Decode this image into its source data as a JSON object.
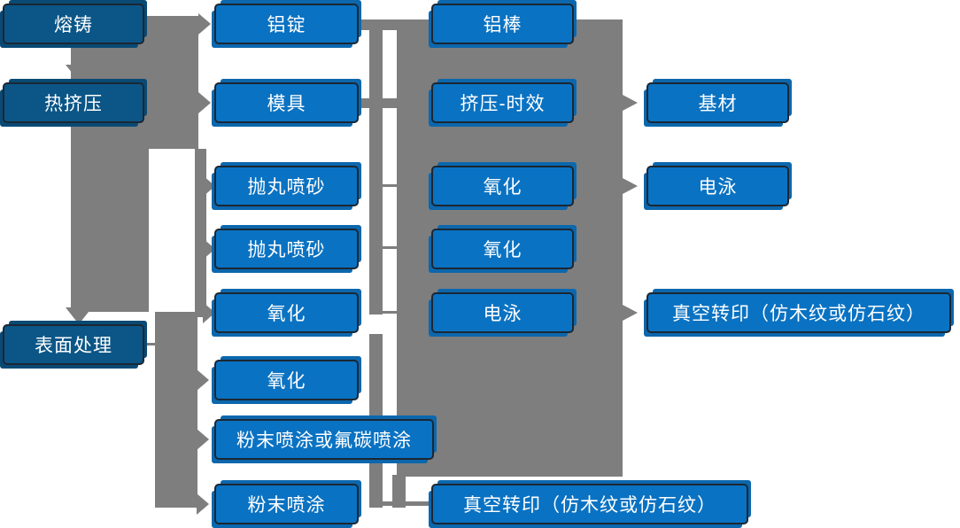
{
  "diagram": {
    "colors": {
      "box_primary": "#0A72C2",
      "box_dark": "#0B5687",
      "box_border": "#1B2733",
      "connector_gray": "#7E7E7E",
      "text": "#FFFFFF",
      "shadow_primary": "#0C67AD",
      "shadow_dark": "#094A75"
    },
    "nodes": [
      {
        "id": "melt-cast",
        "column": 1,
        "label": "熔铸"
      },
      {
        "id": "hot-extrusion",
        "column": 1,
        "label": "热挤压"
      },
      {
        "id": "surface-treatment",
        "column": 1,
        "label": "表面处理"
      },
      {
        "id": "al-ingot",
        "column": 2,
        "label": "铝锭"
      },
      {
        "id": "mold",
        "column": 2,
        "label": "模具"
      },
      {
        "id": "shot-blast-1",
        "column": 2,
        "label": "抛丸喷砂"
      },
      {
        "id": "shot-blast-2",
        "column": 2,
        "label": "抛丸喷砂"
      },
      {
        "id": "oxidation-1",
        "column": 2,
        "label": "氧化"
      },
      {
        "id": "oxidation-2",
        "column": 2,
        "label": "氧化"
      },
      {
        "id": "powder-or-fluorocarbon",
        "column": 2,
        "label": "粉末喷涂或氟碳喷涂"
      },
      {
        "id": "powder-coating",
        "column": 2,
        "label": "粉末喷涂"
      },
      {
        "id": "al-rod",
        "column": 3,
        "label": "铝棒"
      },
      {
        "id": "extrusion-aging",
        "column": 3,
        "label": "挤压-时效"
      },
      {
        "id": "oxidation-3",
        "column": 3,
        "label": "氧化"
      },
      {
        "id": "oxidation-4",
        "column": 3,
        "label": "氧化"
      },
      {
        "id": "electrophoresis-1",
        "column": 3,
        "label": "电泳"
      },
      {
        "id": "vacuum-transfer-1",
        "column": 3,
        "label": "真空转印（仿木纹或仿石纹）"
      },
      {
        "id": "base-material",
        "column": 4,
        "label": "基材"
      },
      {
        "id": "electrophoresis-2",
        "column": 4,
        "label": "电泳"
      },
      {
        "id": "vacuum-transfer-2",
        "column": 4,
        "label": "真空转印（仿木纹或仿石纹）"
      }
    ],
    "edges": [
      {
        "from": "melt-cast",
        "to": "al-ingot"
      },
      {
        "from": "melt-cast",
        "to": "hot-extrusion"
      },
      {
        "from": "hot-extrusion",
        "to": "mold"
      },
      {
        "from": "hot-extrusion",
        "to": "shot-blast-1"
      },
      {
        "from": "hot-extrusion",
        "to": "shot-blast-2"
      },
      {
        "from": "hot-extrusion",
        "to": "oxidation-1"
      },
      {
        "from": "hot-extrusion",
        "to": "surface-treatment"
      },
      {
        "from": "surface-treatment",
        "to": "oxidation-2"
      },
      {
        "from": "surface-treatment",
        "to": "powder-or-fluorocarbon"
      },
      {
        "from": "surface-treatment",
        "to": "powder-coating"
      },
      {
        "from": "col3-group",
        "to": "base-material"
      },
      {
        "from": "col3-group",
        "to": "electrophoresis-2"
      },
      {
        "from": "col3-group",
        "to": "vacuum-transfer-2"
      },
      {
        "from": "powder-coating",
        "to": "vacuum-transfer-1"
      }
    ]
  }
}
